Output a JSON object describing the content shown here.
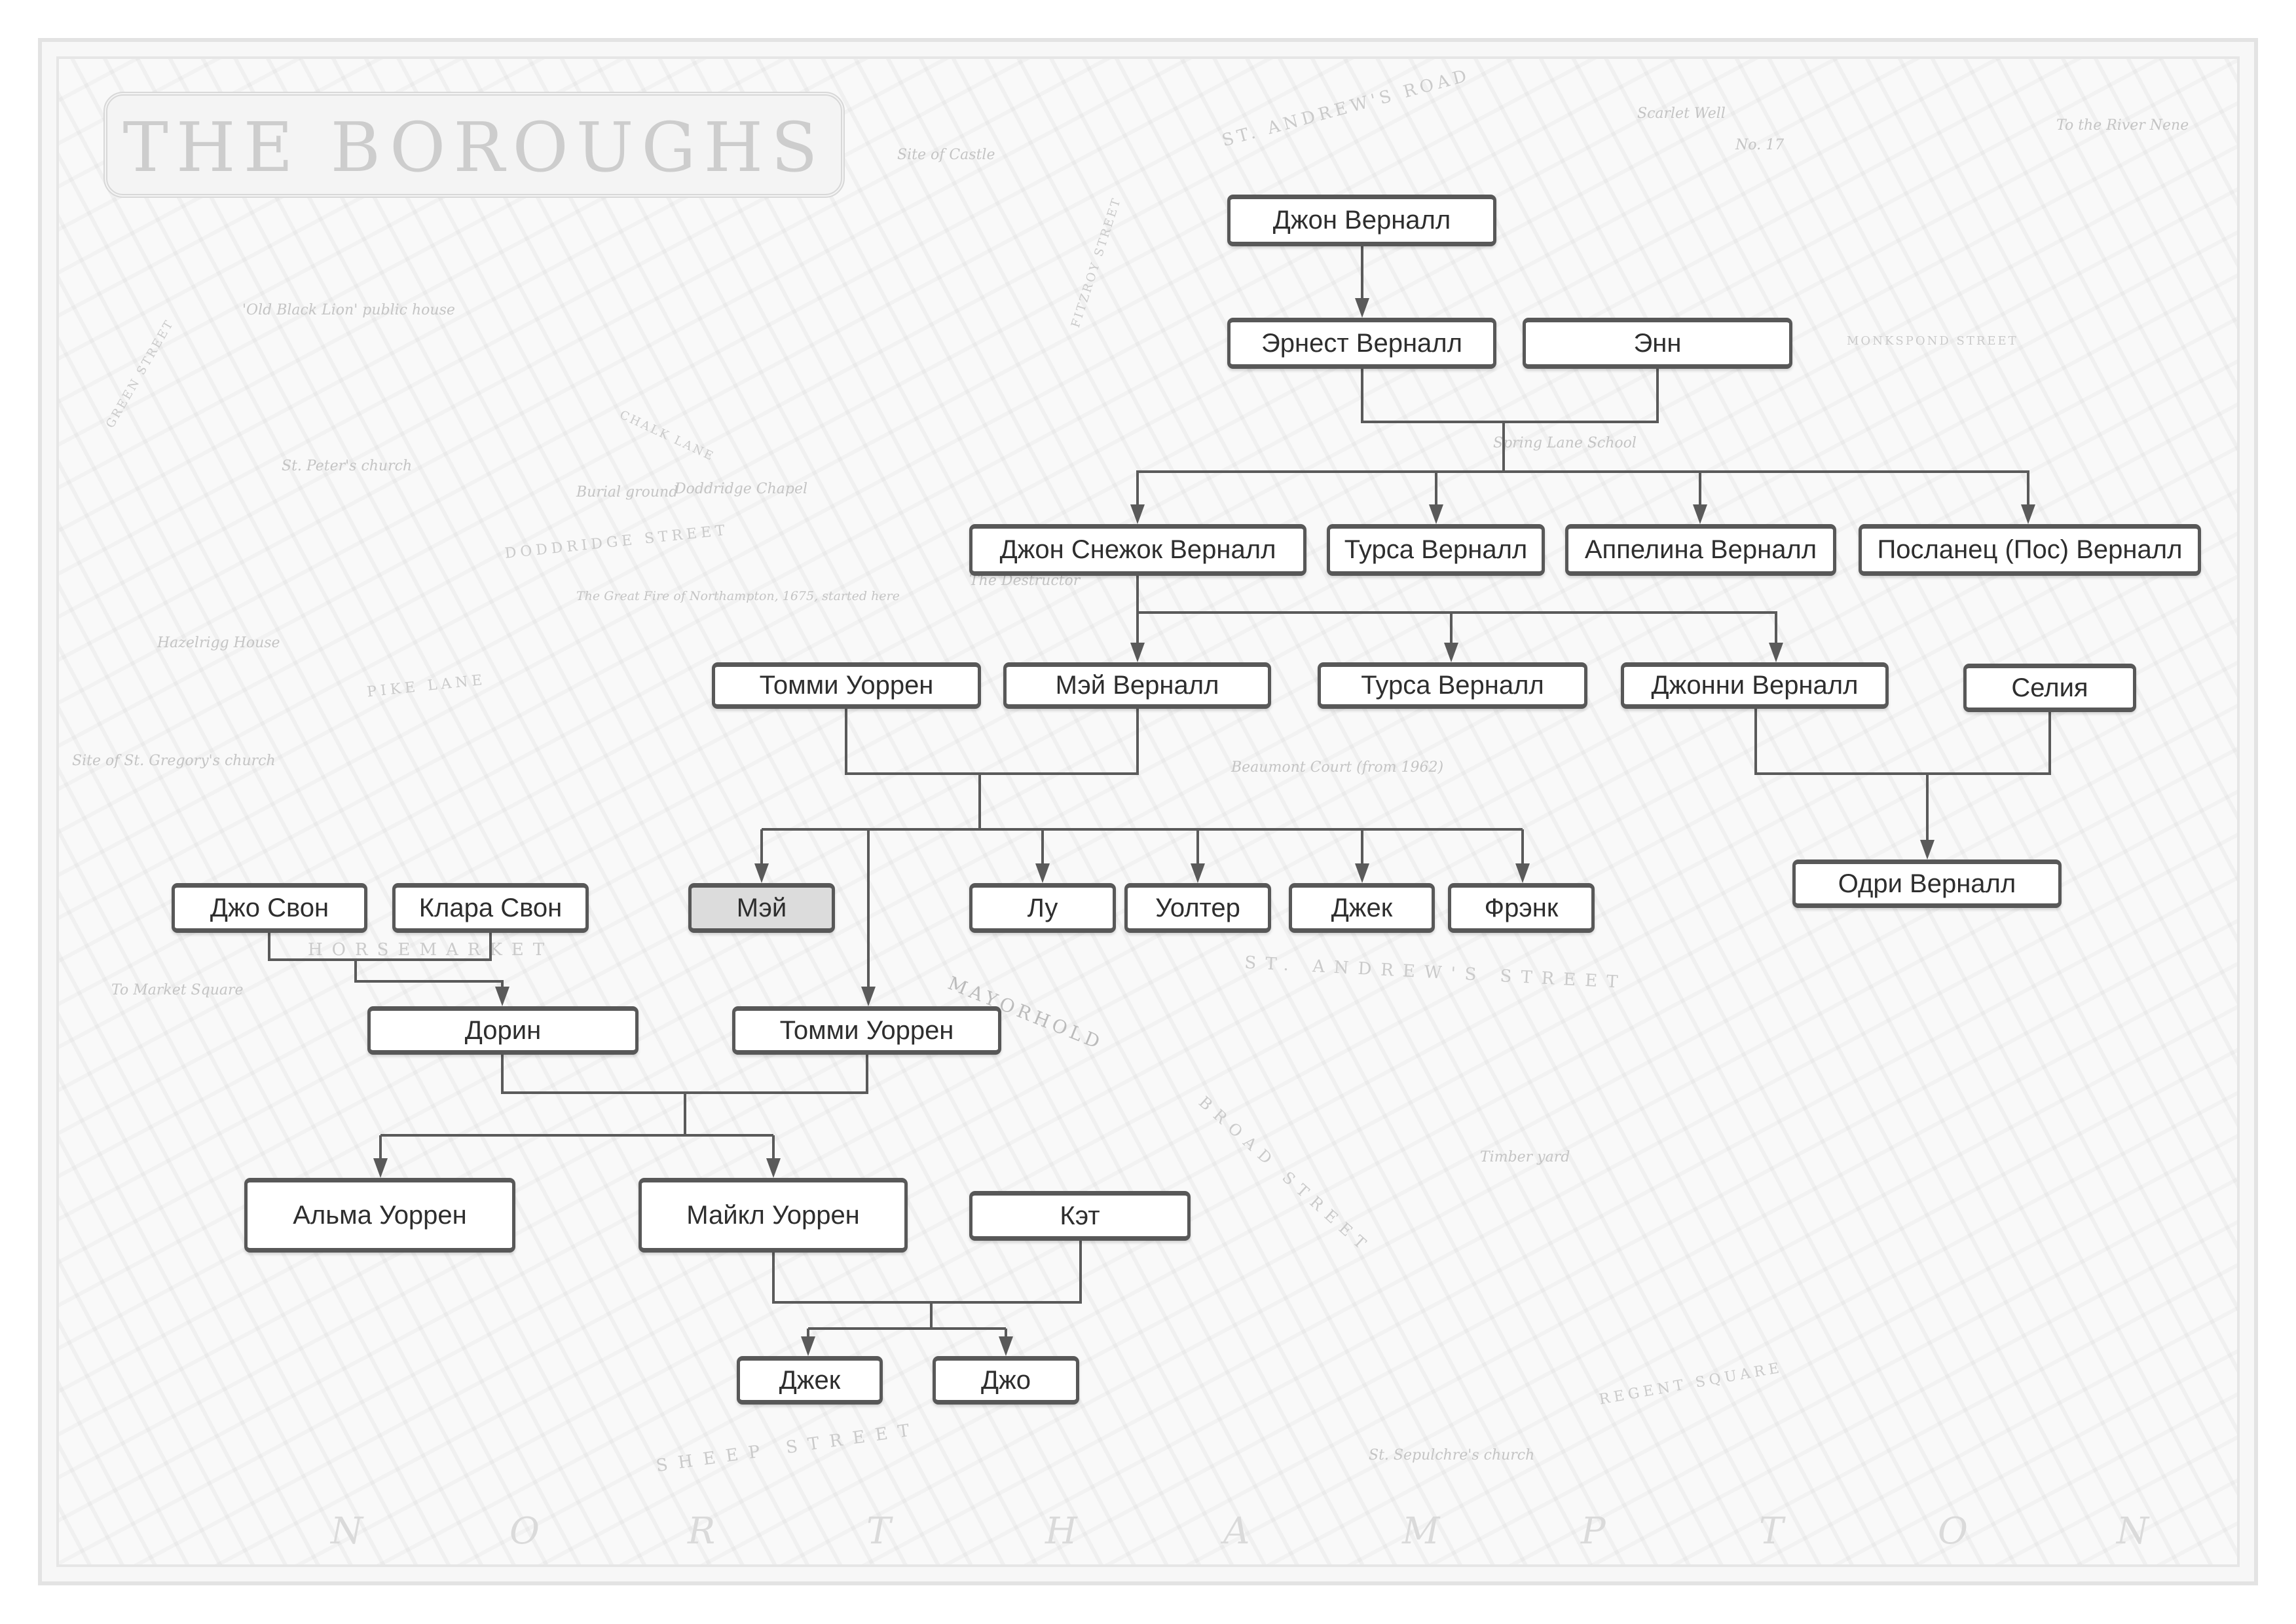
{
  "map": {
    "title": "THE BOROUGHS",
    "labels": [
      "Site of Castle",
      "ST. ANDREW'S ROAD",
      "Scarlet Well",
      "No. 17",
      "To the River Nene",
      "'Old Black Lion' public house",
      "St. Peter's church",
      "Burial ground",
      "Doddridge Chapel",
      "DODDRIDGE STREET",
      "The Great Fire of Northampton, 1675, started here",
      "Hazelrigg House",
      "PIKE LANE",
      "Site of St. Gregory's church",
      "Beaumont Court (from 1962)",
      "HORSEMARKET",
      "To Market Square",
      "MAYORHOLD",
      "ST. ANDREW'S STREET",
      "BROAD STREET",
      "Timber yard",
      "REGENT SQUARE",
      "SHEEP STREET",
      "St. Sepulchre's church",
      "Spring Lane School",
      "CHALK LANE",
      "MONKSPOND STREET",
      "The Destructor",
      "GREEN STREET",
      "FITZROY STREET"
    ],
    "bottom_letters": [
      "N",
      "O",
      "R",
      "T",
      "H",
      "A",
      "M",
      "P",
      "T",
      "O",
      "N"
    ]
  },
  "nodes": {
    "john": "Джон Верналл",
    "ernest": "Эрнест Верналл",
    "ann": "Энн",
    "john_snowy": "Джон Снежок Верналл",
    "tursa1": "Турса Верналл",
    "appelina": "Аппелина Верналл",
    "poslanets": "Посланец (Пос) Верналл",
    "tommy1": "Томми Уоррен",
    "may_vernall": "Мэй Верналл",
    "tursa2": "Турса Верналл",
    "johnny": "Джонни Верналл",
    "celia": "Селия",
    "joe_swan": "Джо Свон",
    "klara_swan": "Клара Свон",
    "may": "Мэй",
    "lou": "Лу",
    "walter": "Уолтер",
    "jack1": "Джек",
    "frank": "Фрэнк",
    "audrey": "Одри Верналл",
    "doreen": "Дорин",
    "tommy2": "Томми Уоррен",
    "alma": "Альма Уоррен",
    "michael": "Майкл Уоррен",
    "kat": "Кэт",
    "jack2": "Джек",
    "joe": "Джо"
  },
  "colors": {
    "line": "#5a5a5a",
    "box_border": "#585858",
    "highlight": "#dcdcdc"
  }
}
